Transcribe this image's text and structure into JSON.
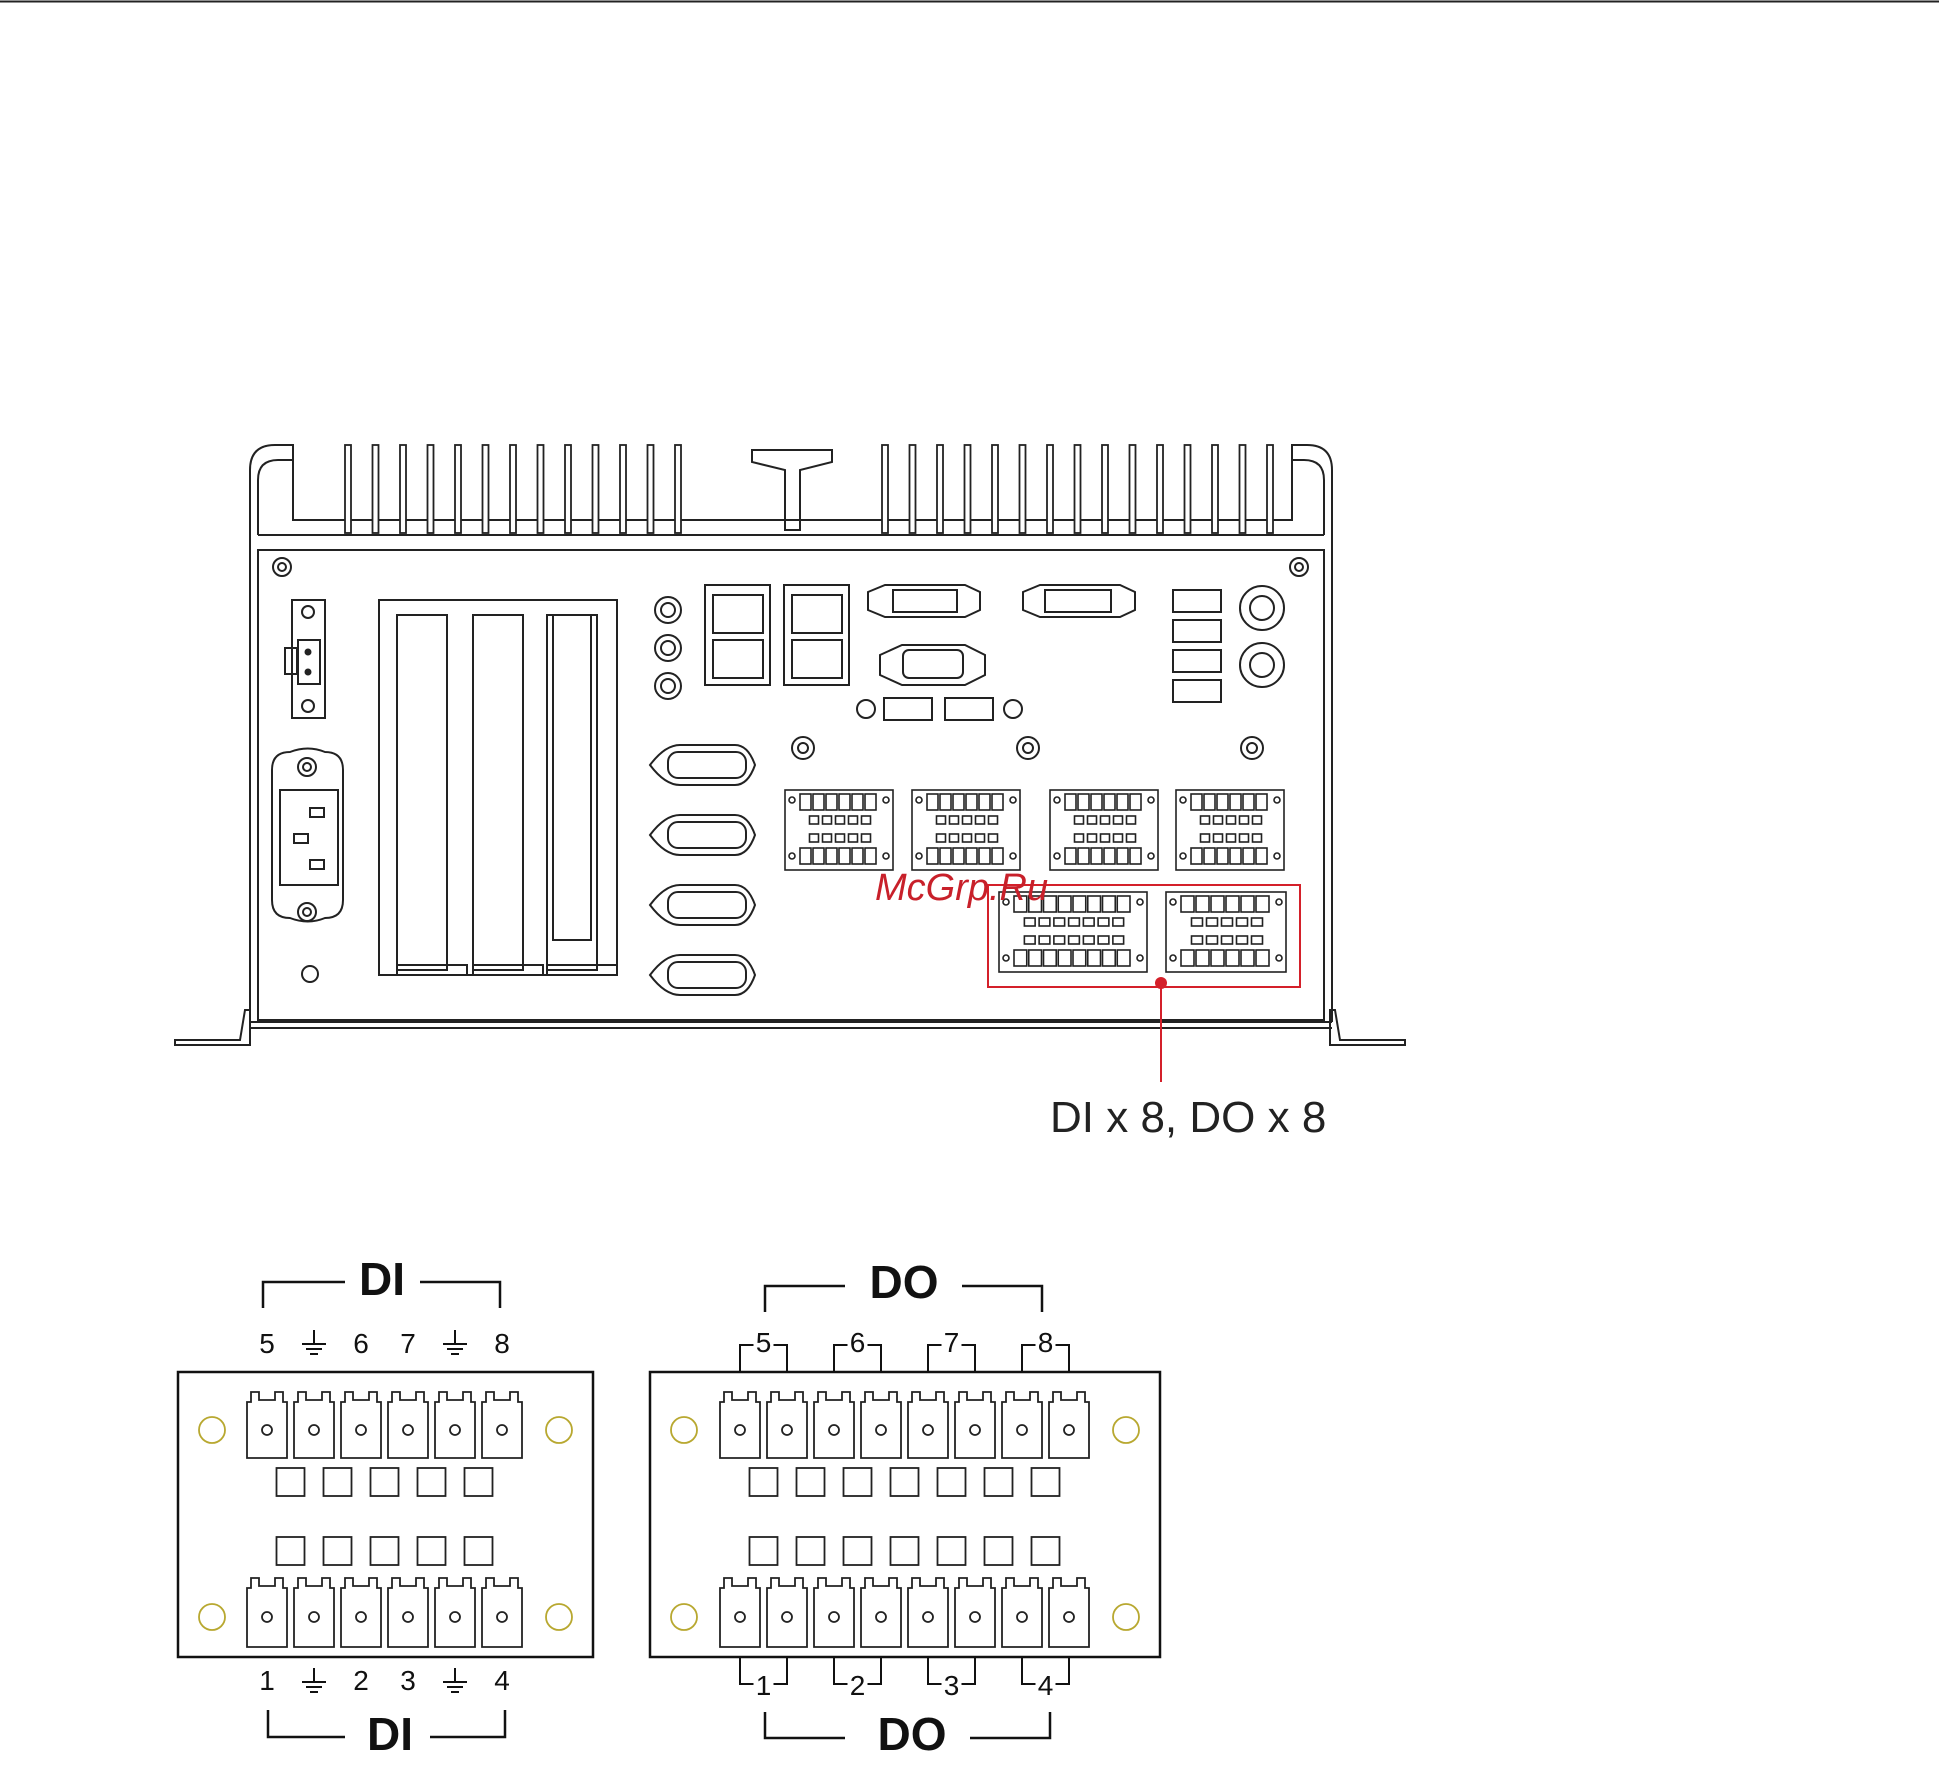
{
  "watermark": "McGrp.Ru",
  "callout": {
    "label": "DI x 8, DO x 8",
    "highlight_color": "#d4202a"
  },
  "di_block": {
    "title_top": "DI",
    "title_bottom": "DI",
    "top_labels": [
      "5",
      "ground-icon",
      "6",
      "7",
      "ground-icon",
      "8"
    ],
    "bottom_labels": [
      "1",
      "ground-icon",
      "2",
      "3",
      "ground-icon",
      "4"
    ]
  },
  "do_block": {
    "title_top": "DO",
    "title_bottom": "DO",
    "top_labels": [
      "5",
      "6",
      "7",
      "8"
    ],
    "bottom_labels": [
      "1",
      "2",
      "3",
      "4"
    ]
  }
}
